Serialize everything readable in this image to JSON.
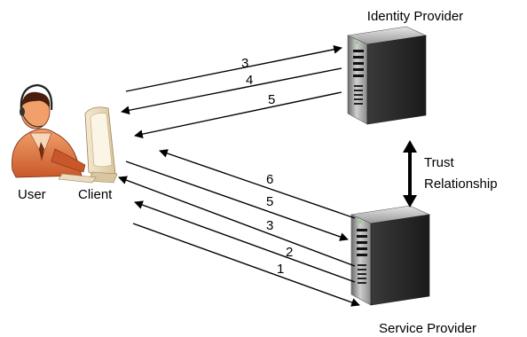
{
  "labels": {
    "identity_provider": "Identity Provider",
    "service_provider": "Service Provider",
    "user": "User",
    "client": "Client",
    "trust_line1": "Trust",
    "trust_line2": "Relationship"
  },
  "messages": {
    "idp": [
      "3",
      "4",
      "5"
    ],
    "sp": [
      "6",
      "5",
      "3",
      "2",
      "1"
    ]
  },
  "icons": {
    "user": "user-at-computer-icon",
    "identity_provider": "server-tower-icon",
    "service_provider": "server-tower-icon"
  }
}
